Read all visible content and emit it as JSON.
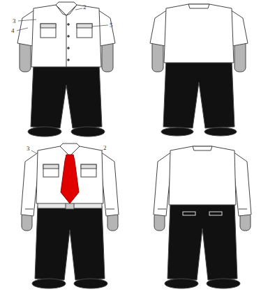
{
  "diagram": {
    "labels": [
      "3",
      "4",
      "2",
      "5",
      "3",
      "2"
    ]
  }
}
